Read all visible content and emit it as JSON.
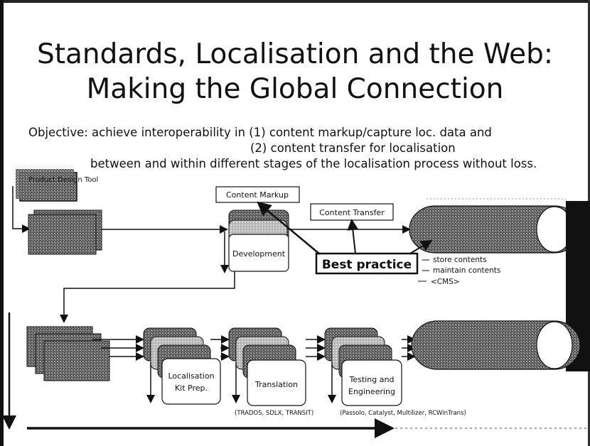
{
  "slide": {
    "title_line1": "Standards, Localisation and the Web:",
    "title_line2": "Making the Global Connection",
    "objective_line1": "Objective: achieve interoperability in (1) content markup/capture loc. data and",
    "objective_line2": "(2) content transfer for localisation",
    "objective_line3": "between and within different stages of the localisation process without loss."
  },
  "diagram": {
    "design_box": "Product Design Tool",
    "content_markup": "Content Markup",
    "content_transfer": "Content Transfer",
    "development": "Development",
    "best_practice": "Best practice",
    "store_contents": "store contents",
    "maintain_contents": "maintain contents",
    "cms": "<CMS>",
    "kit_prep_line1": "Localisation",
    "kit_prep_line2": "Kit Prep.",
    "translation": "Translation",
    "testing_line1": "Testing and",
    "testing_line2": "Engineering",
    "translation_tools": "(TRADOS, SDLX, TRANSIT)",
    "testing_tools": "(Passolo, Catalyst, Multilizer, RCWinTrans)",
    "colors": {
      "box_dark": "#3a3a3a",
      "box_mid": "#8a8a8a",
      "box_light": "#cfcfcf",
      "line": "#111111"
    }
  }
}
